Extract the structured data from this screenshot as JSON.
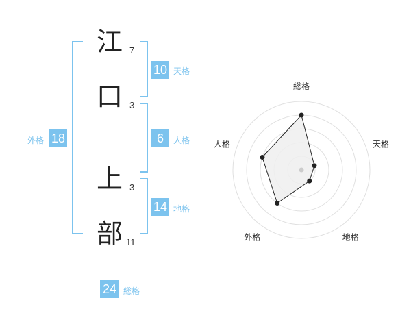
{
  "name": {
    "chars": [
      {
        "char": "江",
        "strokes": "7"
      },
      {
        "char": "口",
        "strokes": "3"
      },
      {
        "char": "上",
        "strokes": "3"
      },
      {
        "char": "部",
        "strokes": "11"
      }
    ]
  },
  "fortunes": {
    "tenkaku": {
      "label": "天格",
      "value": "10"
    },
    "jinkaku": {
      "label": "人格",
      "value": "6"
    },
    "chikaku": {
      "label": "地格",
      "value": "14"
    },
    "gaikaku": {
      "label": "外格",
      "value": "18"
    },
    "soukaku": {
      "label": "総格",
      "value": "24"
    }
  },
  "colors": {
    "accent": "#7cc3ee"
  },
  "chart_data": {
    "type": "radar",
    "axes": [
      "総格",
      "天格",
      "地格",
      "外格",
      "人格"
    ],
    "values": [
      4,
      1,
      1,
      3,
      3
    ],
    "max": 5
  }
}
